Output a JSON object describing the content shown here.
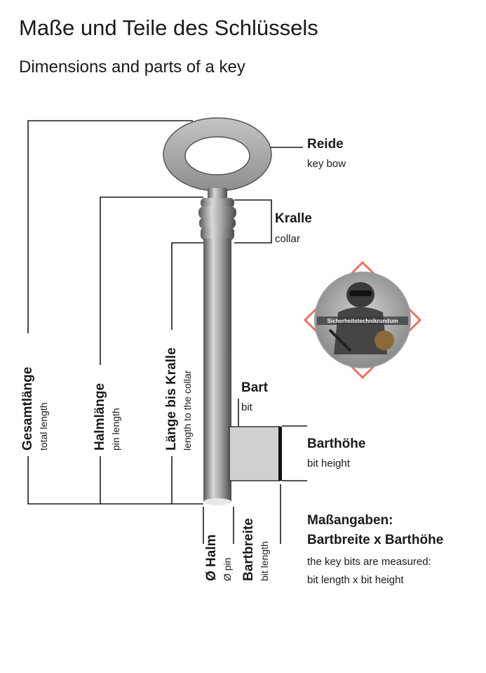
{
  "title": "Maße und Teile des Schlüssels",
  "subtitle": "Dimensions and parts of a key",
  "parts": {
    "reide": {
      "de": "Reide",
      "en": "key bow"
    },
    "kralle": {
      "de": "Kralle",
      "en": "collar"
    },
    "bart": {
      "de": "Bart",
      "en": "bit"
    },
    "barthoehe": {
      "de": "Barthöhe",
      "en": "bit height"
    }
  },
  "dimensions": {
    "gesamtlaenge": {
      "de": "Gesamtlänge",
      "en": "total length"
    },
    "halmlaenge": {
      "de": "Halmlänge",
      "en": "pin length"
    },
    "laenge_bis_kralle": {
      "de": "Länge bis Kralle",
      "en": "length to the collar"
    },
    "halm": {
      "de": "Ø Halm",
      "en": "Ø pin"
    },
    "bartbreite": {
      "de": "Bartbreite",
      "en": "bit length"
    }
  },
  "note": {
    "de_line1": "Maßangaben:",
    "de_line2": "Bartbreite x Barthöhe",
    "en_line1": "the key bits are measured:",
    "en_line2": "bit length x bit height"
  },
  "watermark": {
    "text": "Sicherheitstechnikrundum",
    "icon": "burglar-icon",
    "colors": {
      "frame": "#e05a4a",
      "circle": "#b0b0b0"
    }
  },
  "colors": {
    "lines": "#1a1a1a",
    "key_metal": "#9a9a9a",
    "bit_fill": "#d0d0d0"
  }
}
